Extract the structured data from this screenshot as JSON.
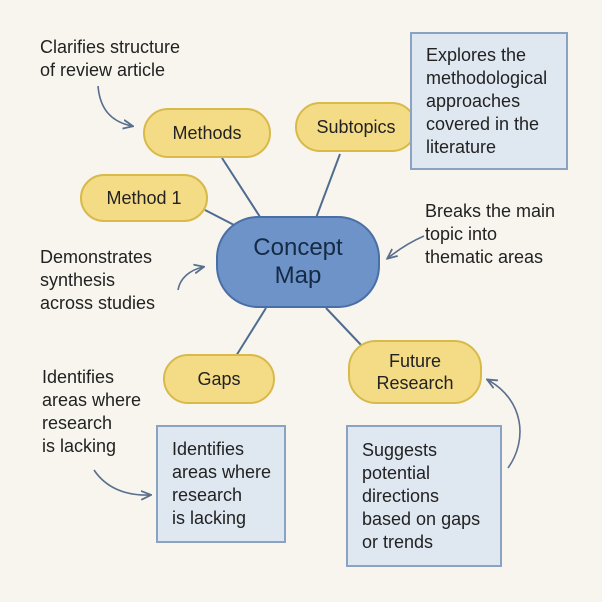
{
  "colors": {
    "background": "#f7f5ee",
    "subnode_fill": "#f4dc86",
    "central_fill": "#6d93c8",
    "box_fill": "#dfe7f1"
  },
  "central": {
    "label": "Concept\nMap"
  },
  "nodes": {
    "methods": "Methods",
    "method1": "Method 1",
    "subtopics": "Subtopics",
    "gaps": "Gaps",
    "future": "Future\nResearch"
  },
  "notes": {
    "clarifies": "Clarifies structure\nof review article",
    "demonstrates": "Demonstrates\nsynthesis\nacross studies",
    "identifies": "Identifies\nareas where\nresearch\nis lacking",
    "breaks": "Breaks the main\ntopic into\nthematic areas"
  },
  "boxes": {
    "explores": "Explores the\nmethodological\napproaches\ncovered in the\nliterature",
    "identifies": "Identifies\nareas where\nresearch\nis lacking",
    "suggests": "Suggests\npotential\ndirections\nbased on gaps\nor trends"
  }
}
